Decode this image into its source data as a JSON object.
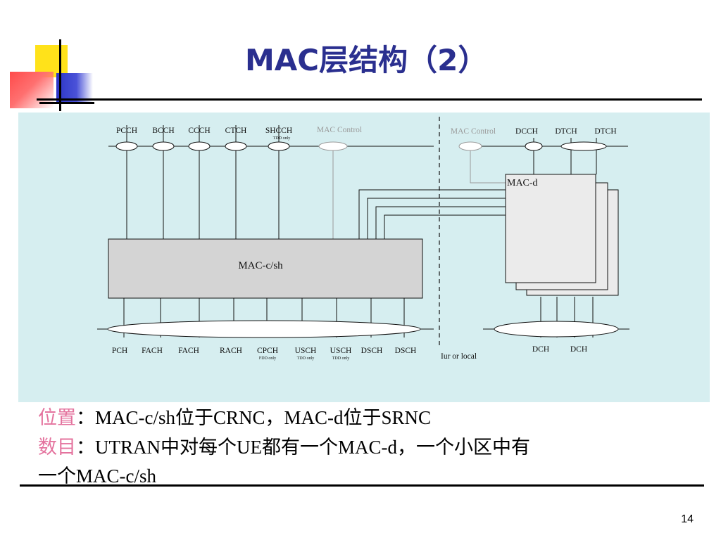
{
  "slide": {
    "title": "MAC层结构（2）",
    "page_number": "14"
  },
  "diagram": {
    "top_channels": [
      "PCCH",
      "BCCH",
      "CCCH",
      "CTCH",
      "SHCCH"
    ],
    "shcch_note": "TDD only",
    "mac_control_left": "MAC Control",
    "mac_control_right": "MAC Control",
    "dedicated_channels": [
      "DCCH",
      "DTCH",
      "DTCH"
    ],
    "mac_d_label": "MAC-d",
    "mac_csh_label": "MAC-c/sh",
    "bottom_channels": [
      {
        "label": "PCH",
        "note": ""
      },
      {
        "label": "FACH",
        "note": ""
      },
      {
        "label": "FACH",
        "note": ""
      },
      {
        "label": "RACH",
        "note": ""
      },
      {
        "label": "CPCH",
        "note": "FDD only"
      },
      {
        "label": "USCH",
        "note": "TDD only"
      },
      {
        "label": "USCH",
        "note": "TDD only"
      },
      {
        "label": "DSCH",
        "note": ""
      },
      {
        "label": "DSCH",
        "note": ""
      }
    ],
    "iur_label": "Iur or local",
    "dch_labels": [
      "DCH",
      "DCH"
    ]
  },
  "text": {
    "line1_label": "位置",
    "line1_text": "：MAC-c/sh位于CRNC，MAC-d位于SRNC",
    "line2_label": "数目",
    "line2_text": "：UTRAN中对每个UE都有一个MAC-d，一个小区中有",
    "line3_text": "一个MAC-c/sh"
  },
  "colors": {
    "title": "#2a2f8f",
    "panel": "#d6eef0",
    "label_highlight": "#e4739e"
  }
}
